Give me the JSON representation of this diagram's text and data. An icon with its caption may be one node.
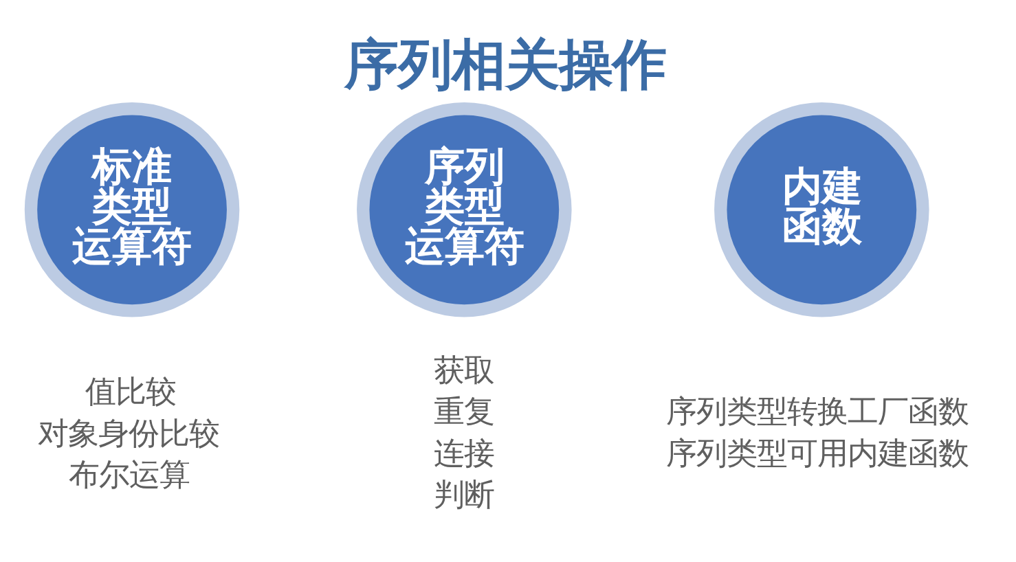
{
  "diagram": {
    "title": "序列相关操作",
    "nodes": [
      {
        "text": [
          "标准类型运算符"
        ],
        "beside": [
          "值比较",
          "对象身份比较",
          "布尔运算"
        ]
      },
      {
        "text": [
          "序列类型运算符"
        ],
        "beside": [
          "获取",
          "重复",
          "连接",
          "判断"
        ]
      },
      {
        "text": [
          "内建函数"
        ],
        "beside": [
          "序列类型转换工厂函数",
          "序列类型可用内建函数"
        ]
      }
    ]
  }
}
